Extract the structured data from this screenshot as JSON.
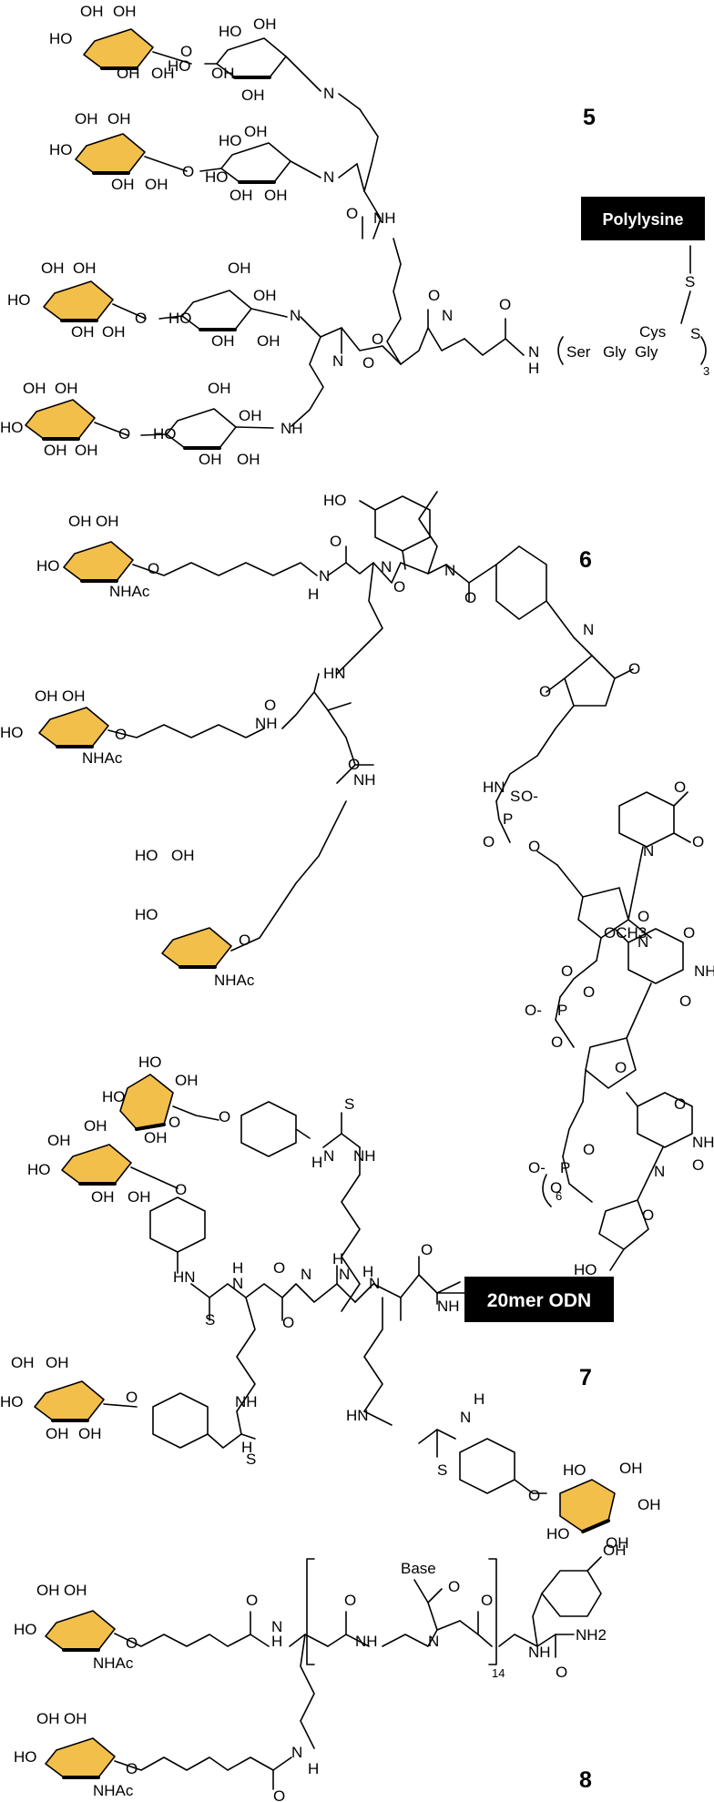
{
  "compounds": [
    {
      "number": "5",
      "carrier": "Polylysine",
      "sequence": {
        "res1": "Ser",
        "res2": "Gly",
        "res3": "Gly",
        "res4": "Cys",
        "repeat": "3",
        "end": "S",
        "s1": "S",
        "s2": "S"
      }
    },
    {
      "number": "6",
      "repeat": "6",
      "methoxy": "OCH3"
    },
    {
      "number": "7",
      "carrier": "20mer ODN"
    },
    {
      "number": "8",
      "repeat": "14",
      "base": "Base",
      "amide": "NH2"
    }
  ],
  "labels": {
    "oh": "OH",
    "ho": "HO",
    "o": "O",
    "n": "N",
    "nh": "NH",
    "hn": "HN",
    "h": "H",
    "s": "S",
    "nhac": "NHAc",
    "p": "P",
    "ominus": "O-",
    "ch3": "OCH3"
  },
  "colors": {
    "sugar_fill": "#f3bf4b",
    "box": "#000000"
  }
}
